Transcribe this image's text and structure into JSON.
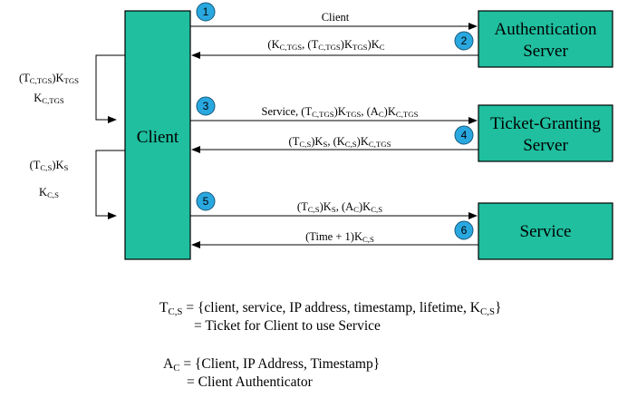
{
  "boxes": {
    "client": "Client",
    "auth_line1": "Authentication",
    "auth_line2": "Server",
    "tgs_line1": "Ticket-Granting",
    "tgs_line2": "Server",
    "service": "Service"
  },
  "steps": [
    "1",
    "2",
    "3",
    "4",
    "5",
    "6"
  ],
  "messages": {
    "m1": "Client",
    "m2": "(K_C,TGS, (T_C,TGS)K_TGS)K_C",
    "m3": "Service, (T_C,TGS)K_TGS, (A_C)K_C,TGS",
    "m4": "(T_C,S)K_S, (K_C,S)K_C,TGS",
    "m5": "(T_C,S)K_S, (A_C)K_C,S",
    "m6": "(Time + 1)K_C,S"
  },
  "side_notes": {
    "tgs_ticket": "(T_C,TGS)K_TGS",
    "tgs_key": "K_C,TGS",
    "svc_ticket": "(T_C,S)K_S",
    "svc_key": "K_C,S"
  },
  "definitions": {
    "ticket_formula": "T_C,S = {client, service, IP address, timestamp, lifetime, K_C,S}",
    "ticket_meaning": "= Ticket for Client to use Service",
    "auth_formula": "A_C = {Client, IP Address, Timestamp}",
    "auth_meaning": "= Client Authenticator"
  },
  "colors": {
    "box_fill": "#1fbf9f",
    "step_circle": "#29a8e0"
  }
}
